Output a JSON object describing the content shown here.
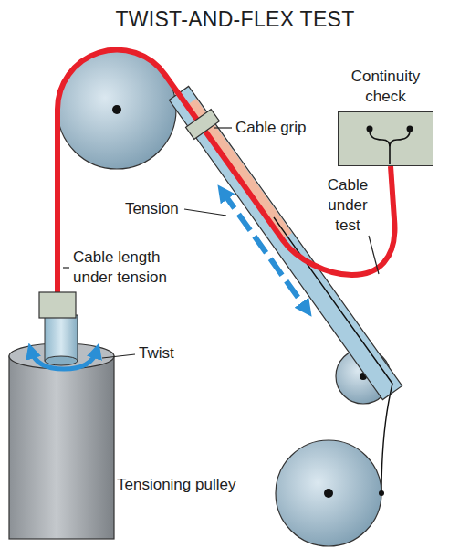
{
  "diagram": {
    "title": "TWIST-AND-FLEX TEST",
    "nodes": [
      {
        "text": [
          "Continuity check"
        ]
      }
    ],
    "labels": [
      "Cable grip",
      "Tension",
      "Cable under test",
      "Cable length under tension",
      "Twist",
      "Tensioning pulley"
    ]
  }
}
